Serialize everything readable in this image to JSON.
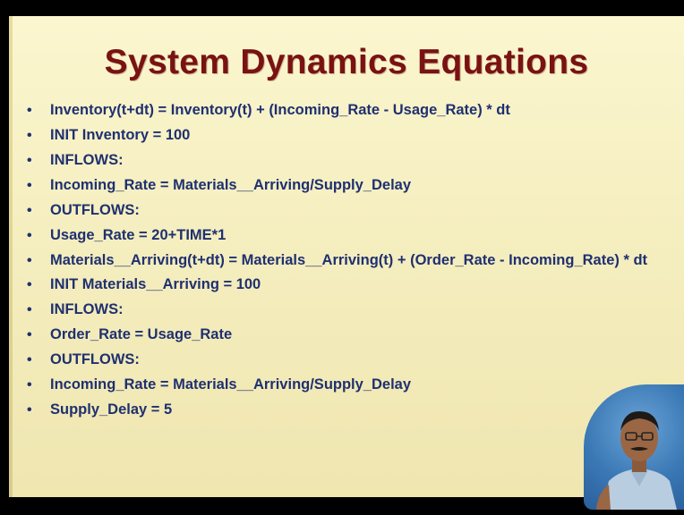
{
  "slide": {
    "title": "System Dynamics Equations",
    "bullet_char": "•",
    "items": [
      "Inventory(t+dt) = Inventory(t) + (Incoming_Rate - Usage_Rate) * dt",
      "INIT Inventory = 100",
      "INFLOWS:",
      "Incoming_Rate = Materials__Arriving/Supply_Delay",
      "OUTFLOWS:",
      "Usage_Rate = 20+TIME*1",
      "Materials__Arriving(t+dt) = Materials__Arriving(t) + (Order_Rate - Incoming_Rate) * dt",
      "INIT Materials__Arriving = 100",
      "INFLOWS:",
      "Order_Rate = Usage_Rate",
      "OUTFLOWS:",
      "Incoming_Rate = Materials__Arriving/Supply_Delay",
      "Supply_Delay = 5"
    ]
  },
  "colors": {
    "title": "#7a1212",
    "text": "#1f3070",
    "background": "#f7f0c6"
  },
  "overlay": {
    "icon": "presenter-webcam-icon"
  }
}
